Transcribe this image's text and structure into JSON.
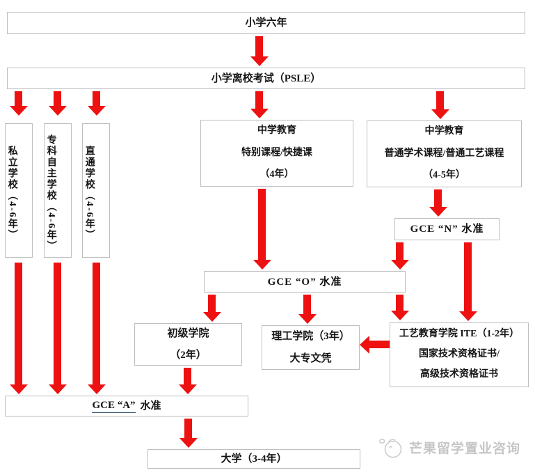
{
  "colors": {
    "arrow_red": "#ee1111",
    "box_border": "#bdbdbd",
    "text": "#141414",
    "watermark_gray": "#c6c6c6"
  },
  "nodes": {
    "primary_school": {
      "label": "小学六年"
    },
    "psle": {
      "label": "小学离校考试（PSLE）"
    },
    "private_school": {
      "label": "私立学校（4-6年）"
    },
    "specialized_independent_school": {
      "label": "专科自主学校（4-6年）"
    },
    "through_train_school": {
      "label": "直通学校（4-6年）"
    },
    "secondary_special": {
      "line1": "中学教育",
      "line2": "特别课程/快捷课",
      "line3": "（4年）"
    },
    "secondary_normal": {
      "line1": "中学教育",
      "line2": "普通学术课程/普通工艺课程",
      "line3": "（4-5年）"
    },
    "gce_n": {
      "label": "GCE “N” 水准"
    },
    "gce_o": {
      "label": "GCE “O” 水准"
    },
    "junior_college": {
      "line1": "初级学院",
      "line2": "（2年）"
    },
    "polytechnic": {
      "line1": "理工学院（3年）",
      "line2": "大专文凭"
    },
    "ite": {
      "line1": "工艺教育学院 ITE（1-2年）",
      "line2": "国家技术资格证书/",
      "line3": "高级技术资格证书"
    },
    "gce_a": {
      "label_link": "GCE “A”",
      "label_suffix": "水准"
    },
    "university": {
      "label": "大学（3-4年）"
    }
  },
  "edges": [
    {
      "from": "primary_school",
      "to": "psle"
    },
    {
      "from": "psle",
      "to": "private_school"
    },
    {
      "from": "psle",
      "to": "specialized_independent_school"
    },
    {
      "from": "psle",
      "to": "through_train_school"
    },
    {
      "from": "psle",
      "to": "secondary_special"
    },
    {
      "from": "psle",
      "to": "secondary_normal"
    },
    {
      "from": "secondary_special",
      "to": "gce_o"
    },
    {
      "from": "secondary_normal",
      "to": "gce_n"
    },
    {
      "from": "gce_n",
      "to": "gce_o"
    },
    {
      "from": "gce_n",
      "to": "ite"
    },
    {
      "from": "gce_o",
      "to": "junior_college"
    },
    {
      "from": "gce_o",
      "to": "polytechnic"
    },
    {
      "from": "gce_o",
      "to": "ite"
    },
    {
      "from": "ite",
      "to": "polytechnic"
    },
    {
      "from": "private_school",
      "to": "gce_a"
    },
    {
      "from": "specialized_independent_school",
      "to": "gce_a"
    },
    {
      "from": "through_train_school",
      "to": "gce_a"
    },
    {
      "from": "junior_college",
      "to": "gce_a"
    },
    {
      "from": "gce_a",
      "to": "university"
    }
  ],
  "watermark": {
    "label": "芒果留学置业咨询"
  }
}
